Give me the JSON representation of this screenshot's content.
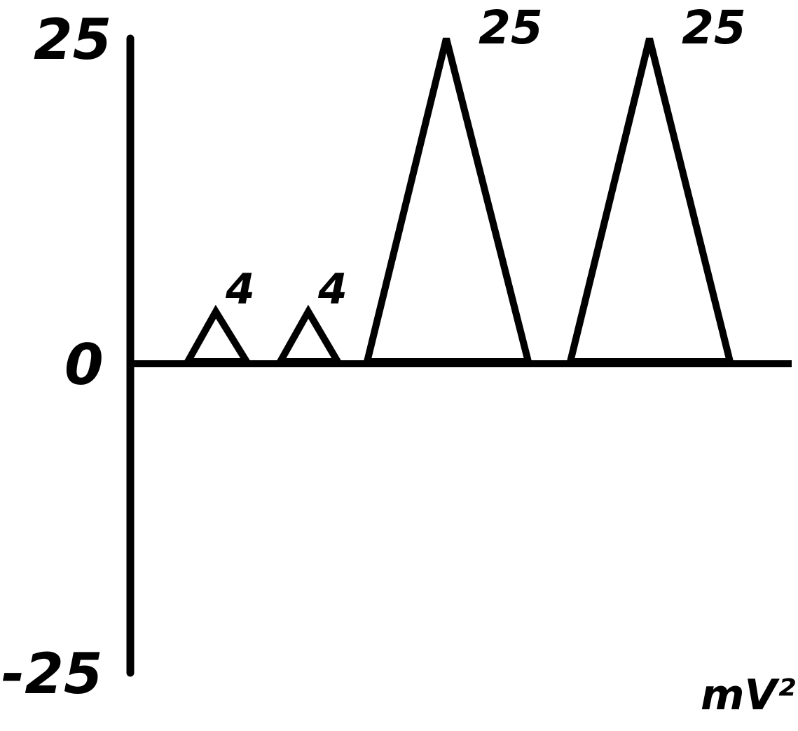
{
  "chart_data": {
    "type": "area",
    "shape": "triangular-pulses",
    "y_ticks": [
      {
        "value": 25,
        "label": "25"
      },
      {
        "value": 0,
        "label": "0"
      },
      {
        "value": -25,
        "label": "-25"
      }
    ],
    "ylim": [
      -25,
      25
    ],
    "unit_label": "mV²",
    "grid": false,
    "pulses": [
      {
        "peak": 4,
        "label": "4"
      },
      {
        "peak": 4,
        "label": "4"
      },
      {
        "peak": 25,
        "label": "25"
      },
      {
        "peak": 25,
        "label": "25"
      }
    ],
    "colors": {
      "stroke": "#000000",
      "background": "#ffffff"
    }
  }
}
